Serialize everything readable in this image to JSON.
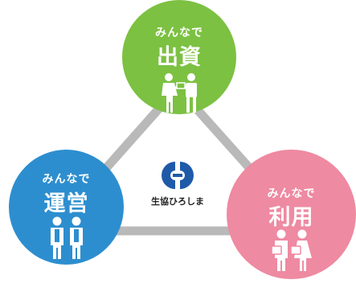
{
  "nodes": {
    "top": {
      "prefix": "みんなで",
      "label": "出資",
      "color": "#7cc142"
    },
    "left": {
      "prefix": "みんなで",
      "label": "運営",
      "color": "#2d8ecf"
    },
    "right": {
      "prefix": "みんなで",
      "label": "利用",
      "color": "#ee8aa1"
    }
  },
  "center": {
    "name": "生協ひろしま",
    "logo_color": "#1f5aa8"
  },
  "connector_color": "#b9b9b9",
  "icons": [
    "handshake-exchange-icon",
    "staff-pair-icon",
    "shoppers-icon",
    "coop-logo-icon"
  ]
}
